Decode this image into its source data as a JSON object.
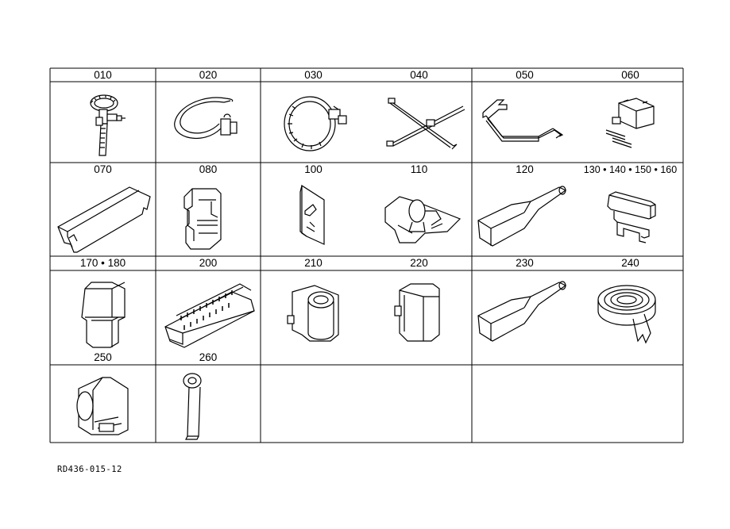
{
  "parts": [
    {
      "code": "010",
      "icon": "cable-tie-mount-icon"
    },
    {
      "code": "020",
      "icon": "band-clamp-icon"
    },
    {
      "code": "030",
      "icon": "hose-clamp-icon"
    },
    {
      "code": "040",
      "icon": "cross-tie-icon"
    },
    {
      "code": "050",
      "icon": "bracket-handle-icon"
    },
    {
      "code": "060",
      "icon": "connector-plug-icon"
    },
    {
      "code": "070",
      "icon": "cover-strip-icon"
    },
    {
      "code": "080",
      "icon": "spring-clip-icon"
    },
    {
      "code": "100",
      "icon": "plate-clip-icon"
    },
    {
      "code": "110",
      "icon": "wing-clip-icon"
    },
    {
      "code": "120",
      "icon": "rubber-boot-icon"
    },
    {
      "code": "130 • 140 • 150 • 160",
      "icon": "blade-fuse-icon"
    },
    {
      "code": "170 • 180",
      "icon": "relay-housing-icon"
    },
    {
      "code": "200",
      "icon": "terminal-block-icon"
    },
    {
      "code": "210",
      "icon": "grommet-housing-icon"
    },
    {
      "code": "220",
      "icon": "clip-cover-icon"
    },
    {
      "code": "230",
      "icon": "rubber-boot-icon"
    },
    {
      "code": "240",
      "icon": "insulating-tape-icon"
    },
    {
      "code": "250",
      "icon": "connector-cap-icon"
    },
    {
      "code": "260",
      "icon": "ring-terminal-icon"
    }
  ],
  "drawing_ref": "RD436-015-12"
}
